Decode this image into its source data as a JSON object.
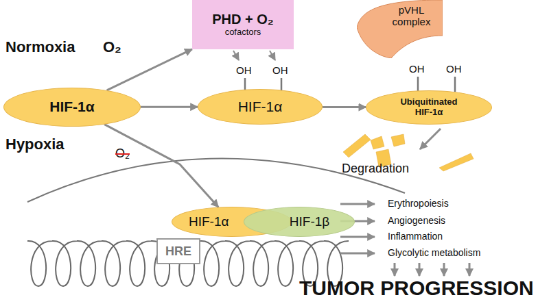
{
  "diagram": {
    "nodes": [
      {
        "text": [
          "HIF-1α"
        ]
      },
      {
        "text": [
          "PHD + O₂",
          "cofactors"
        ]
      },
      {
        "text": [
          "HIF-1α"
        ]
      },
      {
        "text": [
          "pVHL complex"
        ]
      },
      {
        "text": [
          "Ubiquitinated HIF-1α"
        ]
      },
      {
        "text": [
          "HIF-1α"
        ]
      },
      {
        "text": [
          "HIF-1β"
        ]
      },
      {
        "text": [
          "HRE"
        ]
      }
    ],
    "edges": [
      {
        "from": 0,
        "to": 1,
        "arrow": "to"
      },
      {
        "from": 0,
        "to": 2,
        "arrow": "to"
      },
      {
        "from": 2,
        "to": 4,
        "arrow": "to"
      },
      {
        "from": 0,
        "to": 5,
        "arrow": "to"
      }
    ],
    "labels": [
      "Normoxia",
      "O₂",
      "Hypoxia",
      "O₂",
      "OH",
      "OH",
      "OH",
      "OH",
      "Degradation",
      "Erythropoiesis",
      "Angiogenesis",
      "Inflammation",
      "Glycolytic metabolism",
      "TUMOR PROGRESSION"
    ]
  }
}
